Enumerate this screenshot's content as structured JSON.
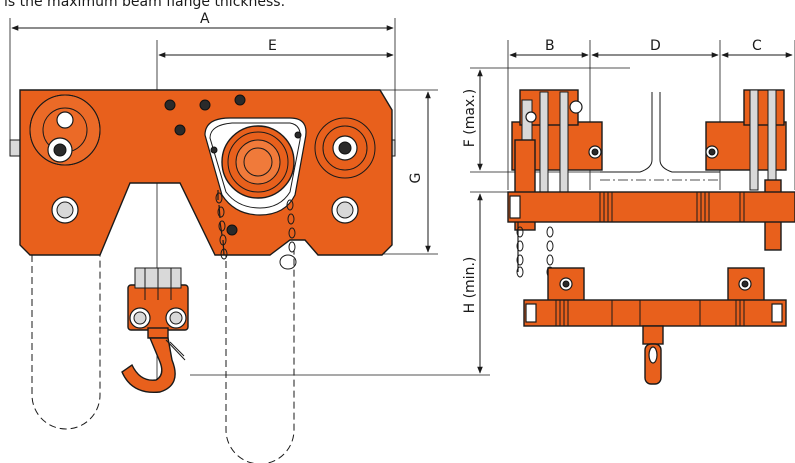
{
  "caption": "is the maximum beam flange thickness.",
  "dimensions": {
    "A": "A",
    "E": "E",
    "G": "G",
    "B": "B",
    "D": "D",
    "C": "C",
    "F": "F (max.)",
    "H": "H  (min.)"
  },
  "colors": {
    "body": "#e8601c",
    "outline": "#1a1a1a"
  }
}
